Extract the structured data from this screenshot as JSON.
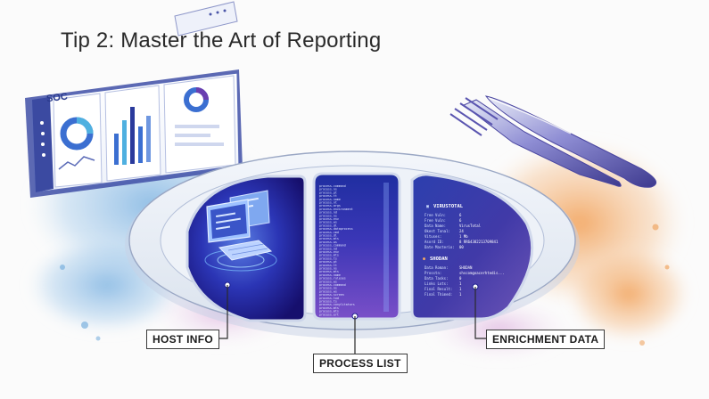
{
  "title": "Tip 2: Master the Art of Reporting",
  "soc_label": "SOC",
  "labels": {
    "host_info": "HOST INFO",
    "process_list": "PROCESS LIST",
    "enrichment": "ENRICHMENT DATA"
  },
  "virustotal": {
    "header": "VIRUSTOTAL",
    "fields": [
      {
        "label": "Free Vuln:",
        "value": "6"
      },
      {
        "label": "Free Vuln:",
        "value": "6"
      },
      {
        "label": "Data Name:",
        "value": "VirusTotal"
      },
      {
        "label": "Okest Tonal:",
        "value": "24"
      },
      {
        "label": "Vituses:",
        "value": "1 Mb"
      },
      {
        "label": "Asord ID:",
        "value": "8 RR64382213709841"
      },
      {
        "label": "Date Masterio:",
        "value": "00"
      }
    ]
  },
  "shodan": {
    "header": "SHODAN",
    "fields": [
      {
        "label": "Data Roman:",
        "value": "SHODAN"
      },
      {
        "label": "Prosstn:",
        "value": "shscomgoacerhtedis..."
      },
      {
        "label": "Data Tasks:",
        "value": "0"
      },
      {
        "label": "Links Lots:",
        "value": "1"
      },
      {
        "label": "Final Result:",
        "value": "1"
      },
      {
        "label": "Final Thimed:",
        "value": "1"
      }
    ]
  },
  "process_items": [
    "process.command",
    "process.ns",
    "process.pt",
    "process.tt",
    "process.name",
    "process.nt",
    "process.args",
    "process.environment",
    "process.nd",
    "process.ns",
    "process.env",
    "process.ws",
    "process.dl",
    "process.dataprocess",
    "process.cmd",
    "process.dl",
    "process.mts",
    "process.ws",
    "process.command",
    "process.nd",
    "process.env",
    "process.mts",
    "process.ts",
    "process.pt",
    "process.tt",
    "process.ns",
    "process.mts",
    "process.name",
    "process.ruleses",
    "process.ws",
    "process.command",
    "process.ns",
    "process.ws",
    "process.screen",
    "process.tod",
    "process.ts",
    "process.conylitators",
    "process.mts",
    "process.mts",
    "process.ert"
  ],
  "colors": {
    "ink": "#2a2a2a",
    "deep_blue": "#1b1e8c",
    "indigo": "#3c2ba0",
    "violet": "#6a3fb0",
    "splash_blue": "#7bb0de",
    "splash_orange": "#f0a665"
  }
}
